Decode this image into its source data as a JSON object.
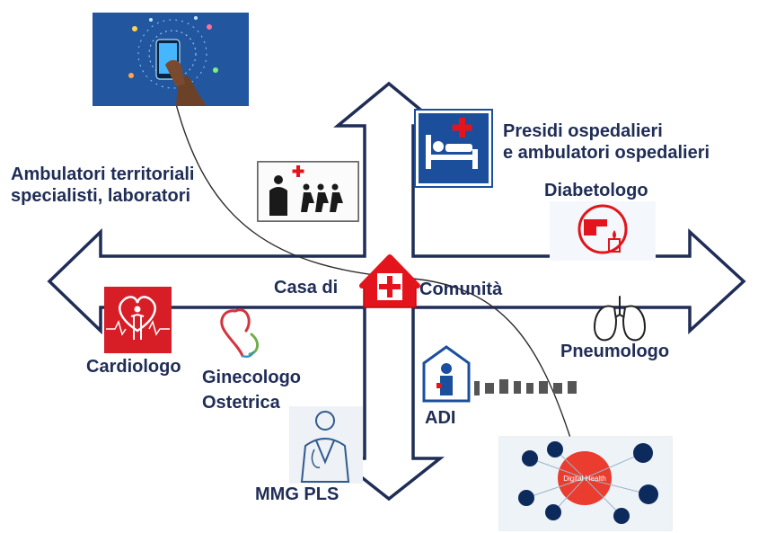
{
  "hub": {
    "label_left": "Casa di",
    "label_right": "Comunità",
    "icon": "house-cross-icon",
    "color": "#e3141b"
  },
  "nodes": [
    {
      "id": "ambulatori-territoriali",
      "lines": [
        "Ambulatori territoriali",
        "specialisti, laboratori"
      ],
      "icon": "waiting-room-icon"
    },
    {
      "id": "presidi-ospedalieri",
      "lines": [
        "Presidi ospedalieri",
        "e ambulatori ospedalieri"
      ],
      "icon": "hospital-bed-icon"
    },
    {
      "id": "diabetologo",
      "lines": [
        "Diabetologo"
      ],
      "icon": "glucose-test-icon"
    },
    {
      "id": "cardiologo",
      "lines": [
        "Cardiologo"
      ],
      "icon": "heart-person-icon"
    },
    {
      "id": "ginecologo",
      "lines": [
        "Ginecologo",
        "Ostetrica"
      ],
      "icon": "pregnancy-icon"
    },
    {
      "id": "pneumologo",
      "lines": [
        "Pneumologo"
      ],
      "icon": "lungs-icon"
    },
    {
      "id": "adi",
      "lines": [
        "ADI"
      ],
      "icon": "home-care-icon"
    },
    {
      "id": "mmg-pls",
      "lines": [
        "MMG PLS"
      ],
      "icon": "doctor-icon"
    }
  ],
  "digital": {
    "phone_icon": "smartphone-network-icon",
    "health_label": "Digital Health"
  },
  "colors": {
    "arrow_stroke": "#1f2d57",
    "label_text": "#1f2d57",
    "accent_red": "#e3141b",
    "bed_sign_blue": "#1b4f9c",
    "digital_red": "#ea3c2f",
    "digital_navy": "#0d2a5c"
  }
}
